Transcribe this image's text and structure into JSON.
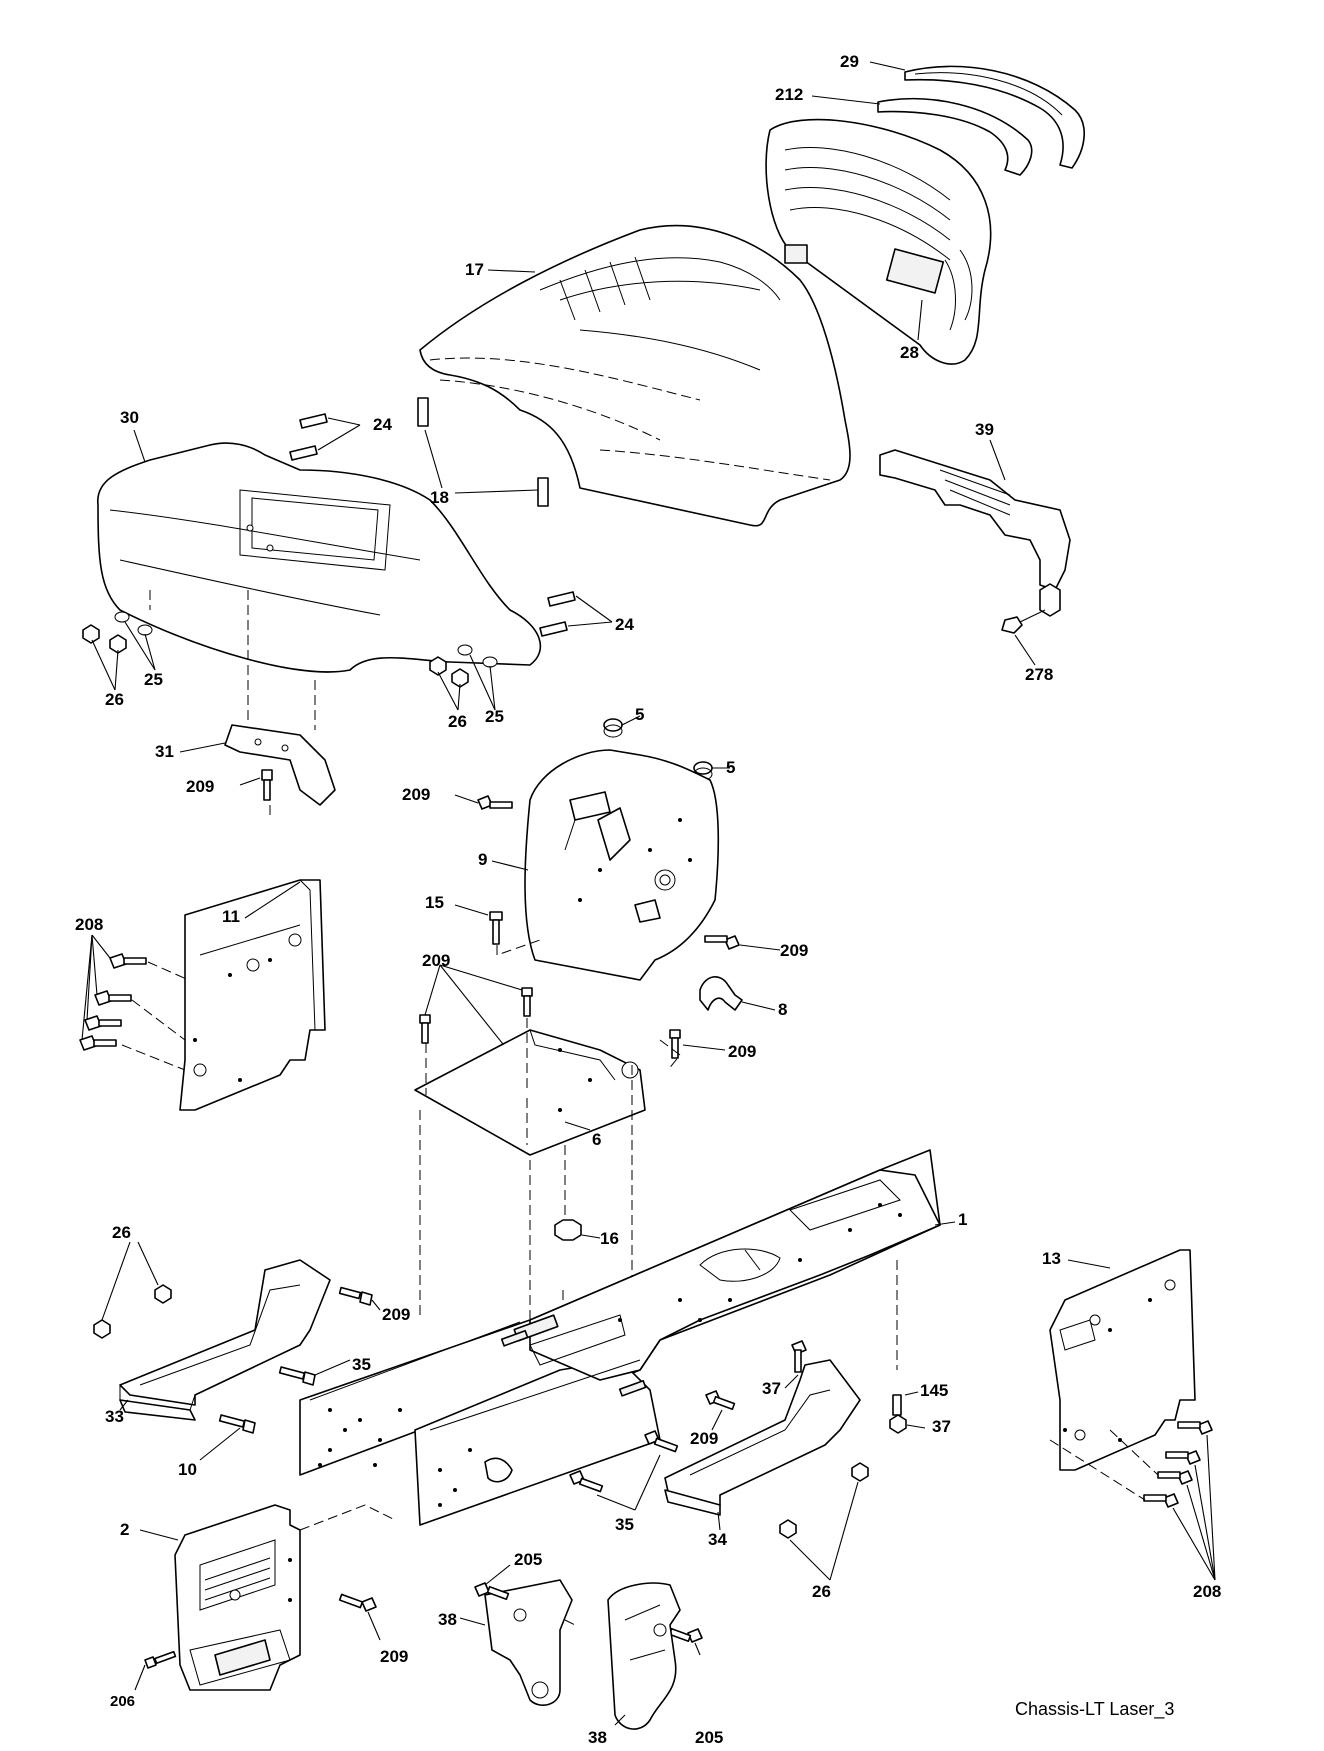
{
  "diagram": {
    "caption": "Chassis-LT Laser_3",
    "labels": {
      "l29": "29",
      "l212": "212",
      "l17": "17",
      "l28": "28",
      "l30": "30",
      "l24a": "24",
      "l24b": "24",
      "l18": "18",
      "l39": "39",
      "l278": "278",
      "l26a": "26",
      "l25a": "25",
      "l26b": "26",
      "l25b": "25",
      "l31": "31",
      "l209a": "209",
      "l209b": "209",
      "l5a": "5",
      "l5b": "5",
      "l9": "9",
      "l15": "15",
      "l209c": "209",
      "l208a": "208",
      "l11": "11",
      "l209d": "209",
      "l8": "8",
      "l209e": "209",
      "l6": "6",
      "l16": "16",
      "l1": "1",
      "l26c": "26",
      "l209f": "209",
      "l35a": "35",
      "l33": "33",
      "l10": "10",
      "l13": "13",
      "l37a": "37",
      "l145": "145",
      "l37b": "37",
      "l209g": "209",
      "l35b": "35",
      "l34": "34",
      "l2": "2",
      "l205a": "205",
      "l26d": "26",
      "l208b": "208",
      "l38a": "38",
      "l206": "206",
      "l209h": "209",
      "l38b": "38",
      "l205b": "205"
    }
  }
}
